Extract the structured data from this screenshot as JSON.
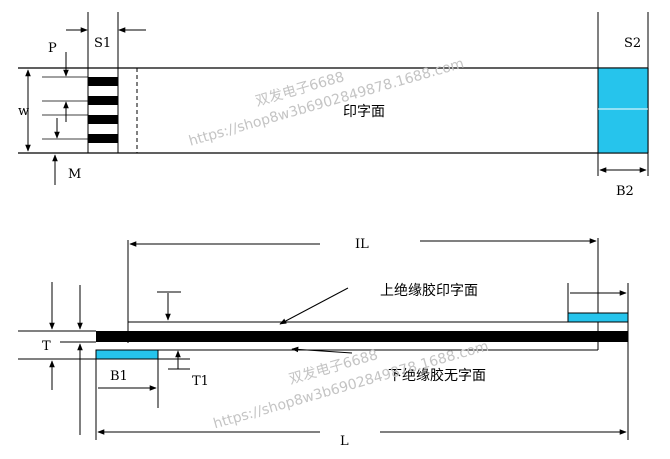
{
  "top_view": {
    "label_p": "P",
    "label_s1": "S1",
    "label_s2": "S2",
    "label_w": "w",
    "label_m": "M",
    "label_b2": "B2",
    "center_text": "印字面"
  },
  "side_view": {
    "label_il": "IL",
    "label_t": "T",
    "label_b1": "B1",
    "label_t1": "T1",
    "label_l": "L",
    "upper_layer_text": "上绝缘胶印字面",
    "lower_layer_text": "下绝缘胶无字面"
  },
  "watermark": {
    "name_line": "双发电子6688",
    "url_line": "https://shop8w3b6902849878.1688.com"
  },
  "colors": {
    "stiffener": "#26c4ec",
    "conductor": "#000000",
    "line": "#000000",
    "watermark": "#c4c4c4"
  }
}
